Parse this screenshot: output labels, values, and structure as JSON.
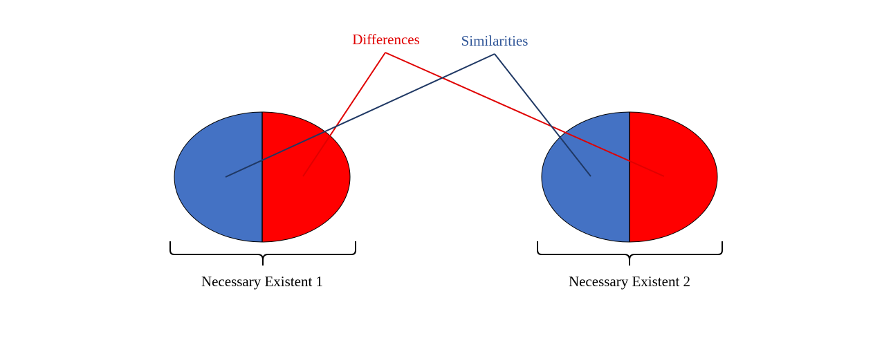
{
  "labels": {
    "differences": "Differences",
    "similarities": "Similarities"
  },
  "captions": {
    "existent_1": "Necessary Existent 1",
    "existent_2": "Necessary Existent 2"
  },
  "colors": {
    "differences": "#e00000",
    "similarities": "#1f3864",
    "similarities_text": "#2f5597",
    "blue_half": "#4472c4",
    "red_half": "#ff0000",
    "outline": "#000000"
  }
}
